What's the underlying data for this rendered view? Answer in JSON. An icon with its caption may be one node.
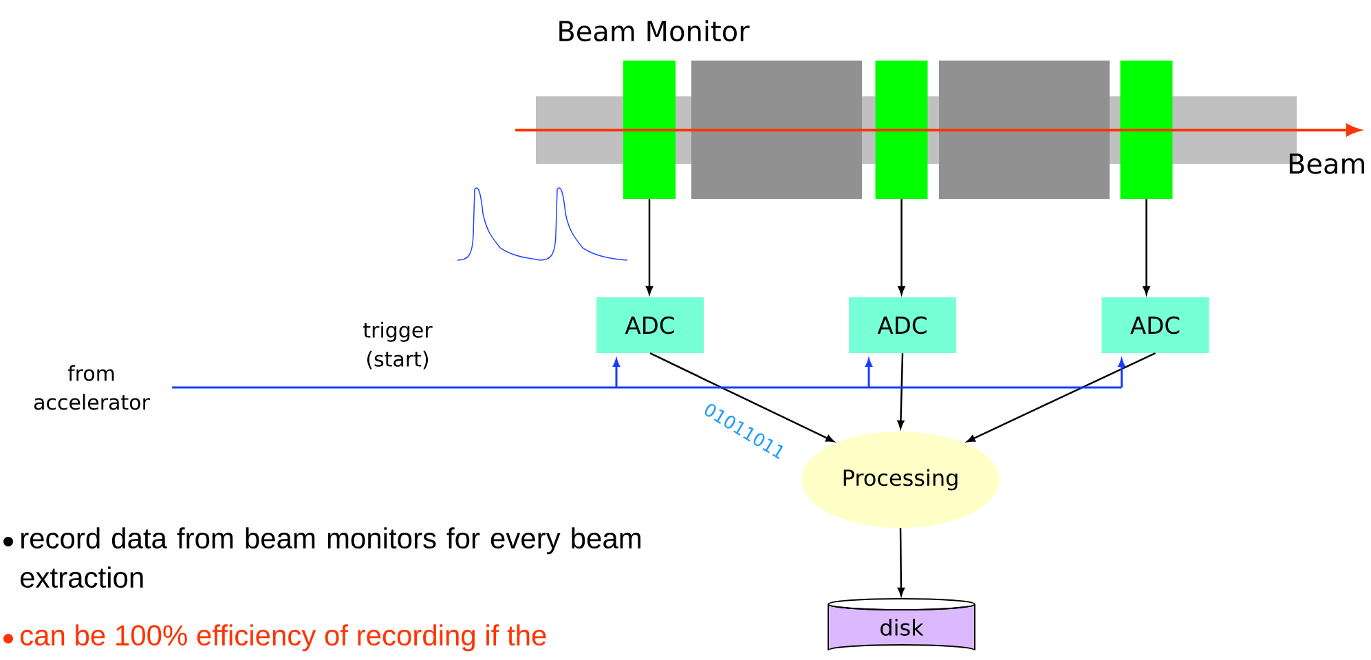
{
  "diagram": {
    "nodes": [
      {
        "text": [],
        "shape": "box",
        "beside": [
          "Beam Monitor"
        ]
      },
      {
        "text": [],
        "shape": "box"
      },
      {
        "text": [],
        "shape": "box"
      },
      {
        "text": [
          "ADC"
        ]
      },
      {
        "text": [
          "ADC"
        ]
      },
      {
        "text": [
          "ADC"
        ]
      },
      {
        "text": [
          "from accelerator"
        ]
      },
      {
        "text": [
          "Processing"
        ]
      },
      {
        "text": [
          "disk"
        ]
      }
    ],
    "edges": [
      {
        "from": 0,
        "to": 3,
        "arrow": "to"
      },
      {
        "from": 1,
        "to": 4,
        "arrow": "to"
      },
      {
        "from": 2,
        "to": 5,
        "arrow": "to"
      },
      {
        "from": 6,
        "to": 3,
        "arrow": "to",
        "color": "#1a3cff",
        "label": "trigger (start)"
      },
      {
        "from": 6,
        "to": 4,
        "arrow": "to",
        "color": "#1a3cff"
      },
      {
        "from": 6,
        "to": 5,
        "arrow": "to",
        "color": "#1a3cff"
      },
      {
        "from": 3,
        "to": 7,
        "arrow": "to",
        "label": "01011011"
      },
      {
        "from": 4,
        "to": 7,
        "arrow": "to"
      },
      {
        "from": 5,
        "to": 7,
        "arrow": "to"
      },
      {
        "from": 7,
        "to": 8,
        "arrow": "to"
      }
    ],
    "labels": [
      "Beam",
      "record data from beam monitors for every beam extraction",
      "can be 100% efficiency of recording if the"
    ]
  }
}
